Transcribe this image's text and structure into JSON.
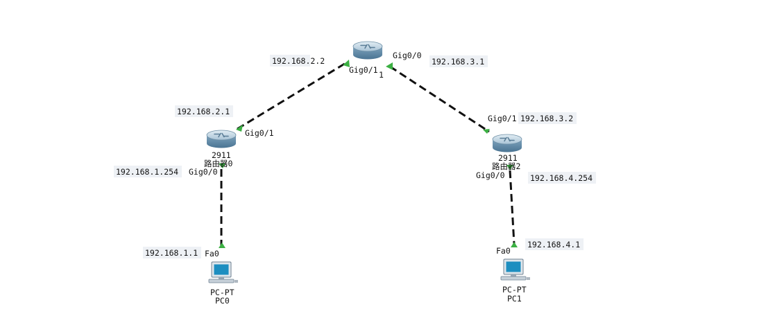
{
  "colors": {
    "link": "#111111",
    "port_up": "#3cb043",
    "router_body": "#5f8aa8",
    "router_top": "#c9dbe7",
    "pc_screen": "#1c8fbf",
    "ip_bg": "#eef1f5"
  },
  "routers": [
    {
      "id": "r0",
      "model": "2911",
      "name": "路由器0",
      "icon": "router-icon"
    },
    {
      "id": "r1",
      "model": "",
      "name": "",
      "icon": "router-icon"
    },
    {
      "id": "r2",
      "model": "2911",
      "name": "路由器2",
      "icon": "router-icon"
    }
  ],
  "pcs": [
    {
      "id": "pc0",
      "model": "PC-PT",
      "name": "PC0",
      "icon": "pc-icon"
    },
    {
      "id": "pc1",
      "model": "PC-PT",
      "name": "PC1",
      "icon": "pc-icon"
    }
  ],
  "links": [
    {
      "from": "r0",
      "to": "r1",
      "from_port": "Gig0/1",
      "to_port": "Gig0/1",
      "from_ip": "192.168.2.1",
      "to_ip": "192.168.2.2"
    },
    {
      "from": "r1",
      "to": "r2",
      "from_port": "Gig0/0",
      "to_port": "Gig0/1",
      "from_ip": "192.168.3.1",
      "to_ip": "192.168.3.2"
    },
    {
      "from": "r0",
      "to": "pc0",
      "from_port": "Gig0/0",
      "to_port": "Fa0",
      "from_ip": "192.168.1.254",
      "to_ip": "192.168.1.1"
    },
    {
      "from": "r2",
      "to": "pc1",
      "from_port": "Gig0/0",
      "to_port": "Fa0",
      "from_ip": "192.168.4.254",
      "to_ip": "192.168.4.1"
    }
  ],
  "misc_text": "1"
}
